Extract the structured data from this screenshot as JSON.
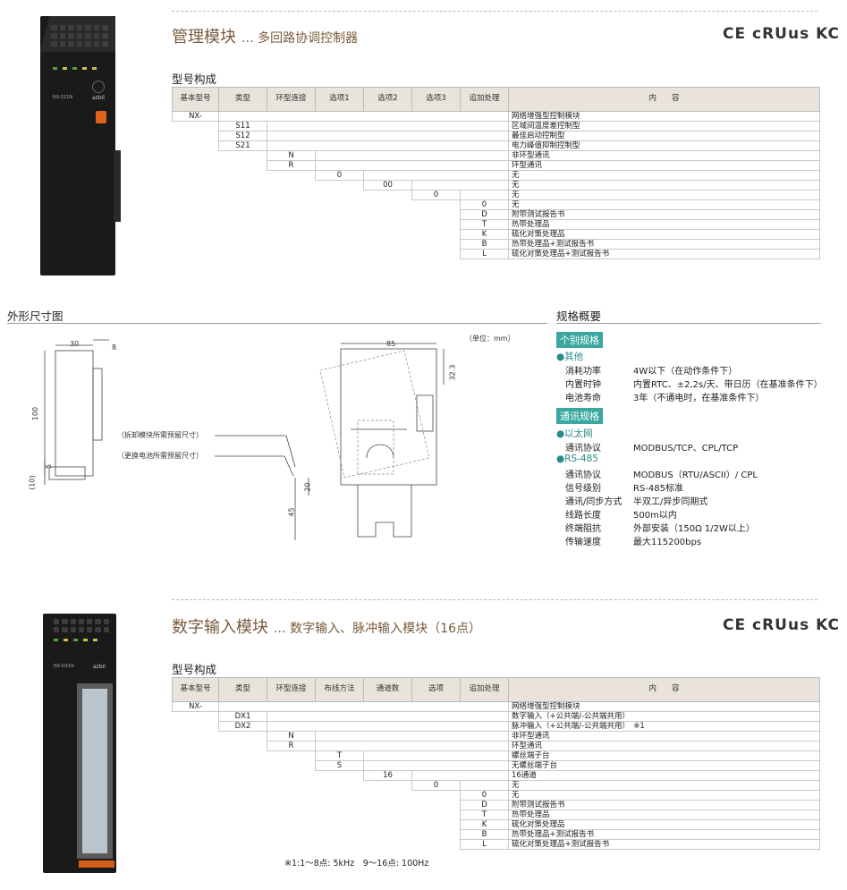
{
  "section1": {
    "title": "管理模块",
    "subtitle": "… 多回路协调控制器",
    "certs": "CE cRUus KC",
    "model_head": "型号构成",
    "headers": [
      "基本型号",
      "类型",
      "环型连接",
      "选项1",
      "选项2",
      "选项3",
      "追加处理",
      "内　　容"
    ],
    "rows": [
      {
        "col": 0,
        "code": "NX-",
        "desc": "网络增强型控制模块"
      },
      {
        "col": 1,
        "code": "S11",
        "desc": "区域间温度差控制型"
      },
      {
        "col": 1,
        "code": "S12",
        "desc": "最佳启动控制型"
      },
      {
        "col": 1,
        "code": "S21",
        "desc": "电力峰值抑制控制型"
      },
      {
        "col": 2,
        "code": "N",
        "desc": "非环型通讯"
      },
      {
        "col": 2,
        "code": "R",
        "desc": "环型通讯"
      },
      {
        "col": 3,
        "code": "0",
        "desc": "无"
      },
      {
        "col": 4,
        "code": "00",
        "desc": "无"
      },
      {
        "col": 5,
        "code": "0",
        "desc": "无"
      },
      {
        "col": 6,
        "code": "0",
        "desc": "无"
      },
      {
        "col": 6,
        "code": "D",
        "desc": "附带测试报告书"
      },
      {
        "col": 6,
        "code": "T",
        "desc": "热带处理品"
      },
      {
        "col": 6,
        "code": "K",
        "desc": "硫化对策处理品"
      },
      {
        "col": 6,
        "code": "B",
        "desc": "热带处理品+测试报告书"
      },
      {
        "col": 6,
        "code": "L",
        "desc": "硫化对策处理品+测试报告书"
      }
    ]
  },
  "dimensions": {
    "title": "外形尺寸图",
    "unit": "（单位：mm）",
    "d30": "30",
    "d8": "8",
    "d100": "100",
    "d5": "5",
    "d10": "(10)",
    "d85": "85",
    "d32": "32.3",
    "d20": "20",
    "d45": "45",
    "note1": "（拆卸模块所需预留尺寸）",
    "note2": "（更换电池所需预留尺寸）"
  },
  "specs": {
    "title": "规格概要",
    "tag1": "个别规格",
    "other": "●其他",
    "items1": [
      {
        "label": "消耗功率",
        "value": "4W以下（在动作条件下）"
      },
      {
        "label": "内置时钟",
        "value": "内置RTC、±2,2s/天、带日历（在基准条件下）"
      },
      {
        "label": "电池寿命",
        "value": "3年（不通电时，在基准条件下）"
      }
    ],
    "tag2": "通讯规格",
    "ethernet": "●以太网",
    "items2": [
      {
        "label": "通讯协议",
        "value": "MODBUS/TCP、CPL/TCP"
      }
    ],
    "rs485": "●RS-485",
    "items3": [
      {
        "label": "通讯协议",
        "value": "MODBUS（RTU/ASCII）/ CPL"
      },
      {
        "label": "信号级别",
        "value": "RS-485标准"
      },
      {
        "label": "通讯/同步方式",
        "value": "半双工/异步同期式"
      },
      {
        "label": "线路长度",
        "value": "500m以内"
      },
      {
        "label": "终端阻抗",
        "value": "外部安装（150Ω 1/2W以上）"
      },
      {
        "label": "传输速度",
        "value": "最大115200bps"
      }
    ]
  },
  "section2": {
    "title": "数字输入模块",
    "subtitle": "… 数字输入、脉冲输入模块（16点）",
    "certs": "CE cRUus KC",
    "model_head": "型号构成",
    "headers": [
      "基本型号",
      "类型",
      "环型连接",
      "布线方法",
      "通道数",
      "选项",
      "追加处理",
      "内　　容"
    ],
    "rows": [
      {
        "col": 0,
        "code": "NX-",
        "desc": "网络增强型控制模块"
      },
      {
        "col": 1,
        "code": "DX1",
        "desc": "数字输入（+公共端/-公共端共用）"
      },
      {
        "col": 1,
        "code": "DX2",
        "desc": "脉冲输入（+公共端/-公共端共用）　※1"
      },
      {
        "col": 2,
        "code": "N",
        "desc": "非环型通讯"
      },
      {
        "col": 2,
        "code": "R",
        "desc": "环型通讯"
      },
      {
        "col": 3,
        "code": "T",
        "desc": "螺丝端子台"
      },
      {
        "col": 3,
        "code": "S",
        "desc": "无螺丝端子台"
      },
      {
        "col": 4,
        "code": "16",
        "desc": "16通道"
      },
      {
        "col": 5,
        "code": "0",
        "desc": "无"
      },
      {
        "col": 6,
        "code": "0",
        "desc": "无"
      },
      {
        "col": 6,
        "code": "D",
        "desc": "附带测试报告书"
      },
      {
        "col": 6,
        "code": "T",
        "desc": "热带处理品"
      },
      {
        "col": 6,
        "code": "K",
        "desc": "硫化对策处理品"
      },
      {
        "col": 6,
        "code": "B",
        "desc": "热带处理品+测试报告书"
      },
      {
        "col": 6,
        "code": "L",
        "desc": "硫化对策处理品+测试报告书"
      }
    ],
    "footnote": "※1:1～8点: 5kHz　9～16点: 100Hz"
  },
  "device_labels": {
    "brand": "azbil",
    "model1": "NX-S11N",
    "model2": "NX-DX1N"
  }
}
